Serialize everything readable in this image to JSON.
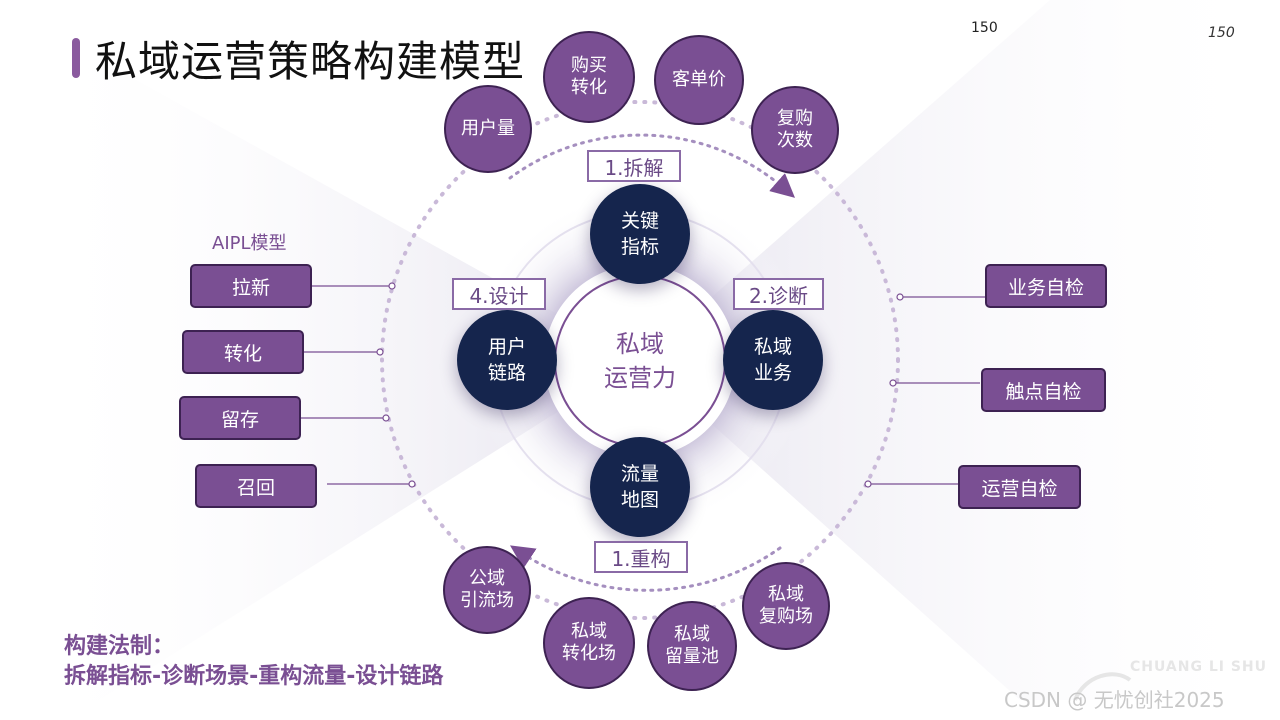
{
  "header": {
    "title": "私域运营策略构建模型",
    "page_number_1": "150",
    "page_number_2": "150"
  },
  "center": {
    "label": "私域\n运营力"
  },
  "core_nodes": {
    "top": "关键\n指标",
    "right": "私域\n业务",
    "bottom": "流量\n地图",
    "left": "用户\n链路"
  },
  "steps": {
    "top": "1.拆解",
    "right": "2.诊断",
    "bottom": "1.重构",
    "left": "4.设计"
  },
  "top_metrics": [
    "用户量",
    "购买\n转化",
    "客单价",
    "复购\n次数"
  ],
  "bottom_scenes": [
    "公域\n引流场",
    "私域\n转化场",
    "私域\n留量池",
    "私域\n复购场"
  ],
  "aipl": {
    "title": "AIPL模型",
    "items": [
      "拉新",
      "转化",
      "留存",
      "召回"
    ]
  },
  "checks": [
    "业务自检",
    "触点自检",
    "运营自检"
  ],
  "rules": {
    "title": "构建法制：",
    "body": "拆解指标-诊断场景-重构流量-设计链路"
  },
  "watermark": {
    "csdn": "CSDN @ 无忧创社2025",
    "logo": "CHUANG LI SHU"
  },
  "colors": {
    "purple": "#7a4f93",
    "navy": "#15254d",
    "accent_line": "#6a4a86"
  }
}
